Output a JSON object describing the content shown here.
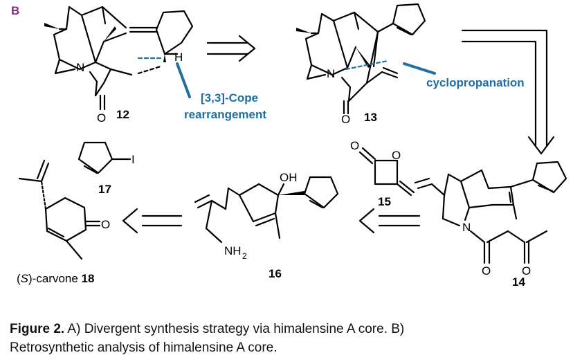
{
  "panel_label": "B",
  "compounds": {
    "c12": "12",
    "c13": "13",
    "c14": "14",
    "c15": "15",
    "c16": "16",
    "c17": "17",
    "c18": "18",
    "carvone_prefix": "(",
    "carvone_s": "S",
    "carvone_suffix": ")-carvone "
  },
  "annotations": {
    "cope_line1": "[3,3]-Cope",
    "cope_line2": "rearrangement",
    "cyclopropanation": "cyclopropanation"
  },
  "atoms": {
    "N": "N",
    "O": "O",
    "H": "H",
    "I": "I",
    "OH": "OH",
    "NH": "NH",
    "sub2": "2"
  },
  "caption": {
    "fig_label": "Figure 2.",
    "text_line1": " A) Divergent synthesis strategy via himalensine A core. B)",
    "text_line2": "Retrosynthetic analysis of himalensine A core."
  },
  "colors": {
    "annotation": "#1f6fa0",
    "panel_label": "#8a2a8a"
  }
}
